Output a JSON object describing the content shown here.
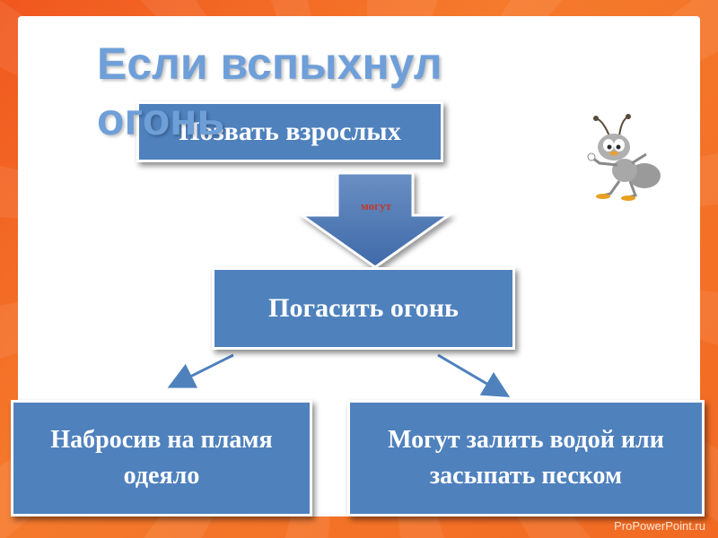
{
  "title": "Если вспыхнул огонь",
  "boxes": {
    "call_adults": "Позвать взрослых",
    "extinguish": "Погасить огонь",
    "blanket": "Набросив на пламя одеяло",
    "water_sand": "Могут залить водой или засыпать песком"
  },
  "arrow_label": "могут",
  "footer": "ProPowerPoint.ru",
  "colors": {
    "background": "#f26a22",
    "box_fill": "#4f81bd",
    "title": "#6f9fd8",
    "arrow_label": "#c0392b"
  },
  "icons": [
    "ant-character-icon",
    "down-block-arrow-icon",
    "diagonal-arrow-icon"
  ]
}
